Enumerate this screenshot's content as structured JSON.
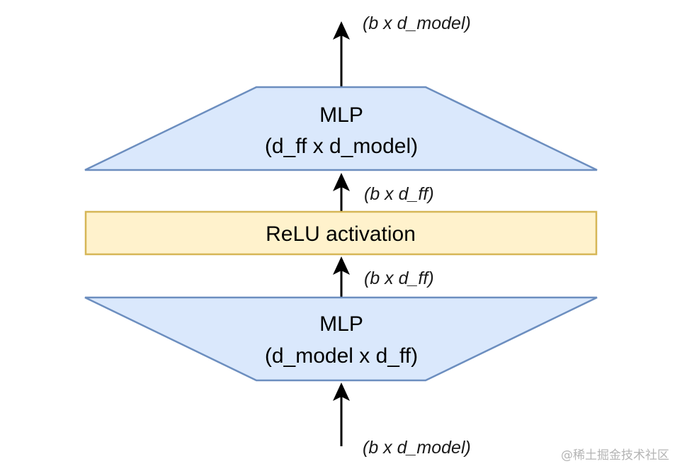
{
  "diagram": {
    "top_mlp": {
      "line1": "MLP",
      "line2": "(d_ff x d_model)"
    },
    "relu": {
      "label": "ReLU activation"
    },
    "bottom_mlp": {
      "line1": "MLP",
      "line2": "(d_model x d_ff)"
    },
    "edges": {
      "output": "(b x d_model)",
      "top_mlp_in": "(b x d_ff)",
      "relu_in": "(b x d_ff)",
      "input": "(b x d_model)"
    },
    "colors": {
      "mlp_fill": "#dae8fc",
      "mlp_stroke": "#6c8ebf",
      "relu_fill": "#fff2cc",
      "relu_stroke": "#d6b656",
      "arrow": "#000000"
    }
  },
  "watermark": "@稀土掘金技术社区"
}
